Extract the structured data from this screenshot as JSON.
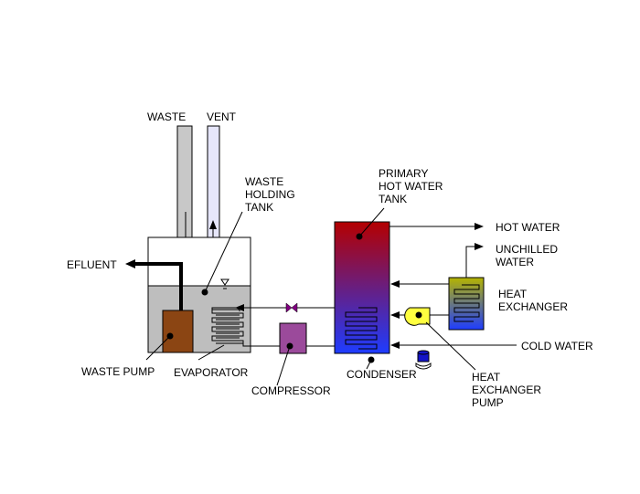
{
  "labels": {
    "waste": "WASTE",
    "vent": "VENT",
    "waste_holding_tank": [
      "WASTE",
      "HOLDING",
      "TANK"
    ],
    "primary_hot_water_tank": [
      "PRIMARY",
      "HOT WATER",
      "TANK"
    ],
    "hot_water": "HOT WATER",
    "unchilled_water": [
      "UNCHILLED",
      "WATER"
    ],
    "heat_exchanger": [
      "HEAT",
      "EXCHANGER"
    ],
    "efluent": "EFLUENT",
    "cold_water": "COLD WATER",
    "waste_pump": "WASTE PUMP",
    "evaporator": "EVAPORATOR",
    "condenser": "CONDENSER",
    "heat_exchanger_pump": [
      "HEAT",
      "EXCHANGER",
      "PUMP"
    ],
    "compressor": "COMPRESSOR"
  },
  "colors": {
    "waste_pipe": "#c8c8c8",
    "vent_pipe": "#e6e6fa",
    "tank_liquid": "#bebebe",
    "waste_pump": "#8b4513",
    "compressor": "#9b4a9b",
    "hot_tank_top": "#b40000",
    "hot_tank_bottom": "#1e3cff",
    "exchanger_top": "#b4b400",
    "exchanger_bottom": "#1e3cff",
    "pump_fill": "#ffff40",
    "valve": "#800080",
    "small_pump": "#1414c8"
  }
}
